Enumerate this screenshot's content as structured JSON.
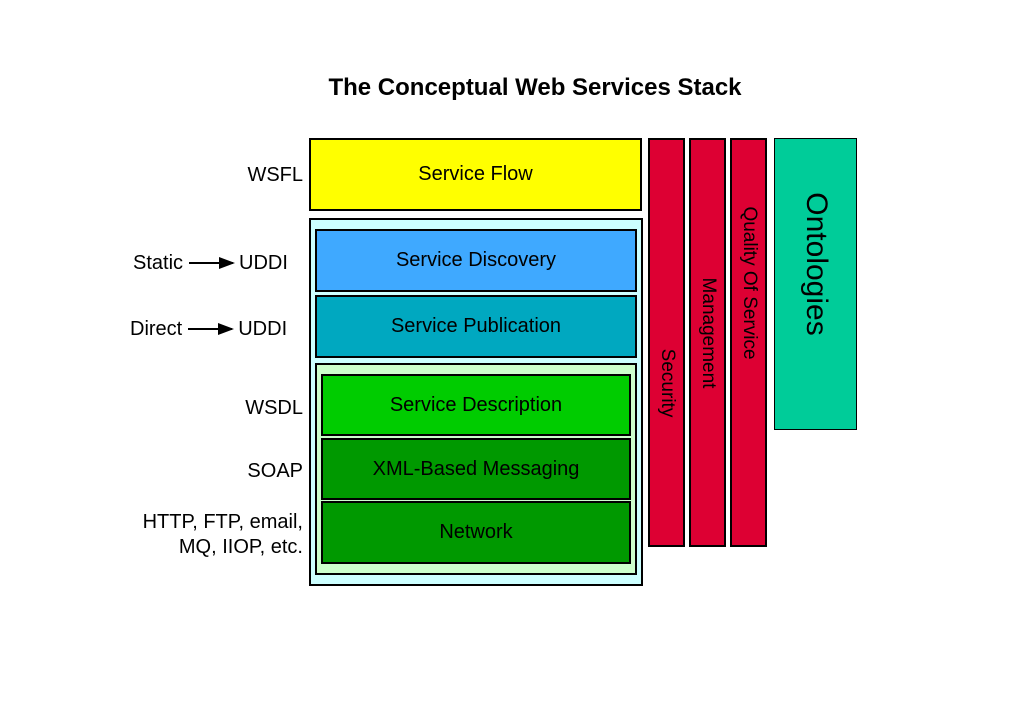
{
  "title": "The Conceptual Web Services Stack",
  "layers": {
    "flow": "Service Flow",
    "discovery": "Service Discovery",
    "publication": "Service Publication",
    "description": "Service Description",
    "messaging": "XML-Based Messaging",
    "network": "Network"
  },
  "left_labels": {
    "wsfl": "WSFL",
    "static": "Static",
    "uddi_static": "UDDI",
    "direct": "Direct",
    "uddi_direct": "UDDI",
    "wsdl": "WSDL",
    "soap": "SOAP",
    "protocols_1": "HTTP, FTP, email,",
    "protocols_2": "MQ, IIOP, etc."
  },
  "vertical_bars": {
    "security": "Security",
    "management": "Management",
    "qos": "Quality Of Service",
    "ontologies": "Ontologies"
  },
  "colors": {
    "flow": "#ffff00",
    "discovery": "#3fa9ff",
    "publication": "#00a8c0",
    "description": "#00cc00",
    "messaging": "#009900",
    "network": "#009900",
    "outer_container": "#ccffff",
    "inner_container": "#ccffcc",
    "vertical_bars": "#dd0033",
    "ontologies": "#00cc99"
  }
}
